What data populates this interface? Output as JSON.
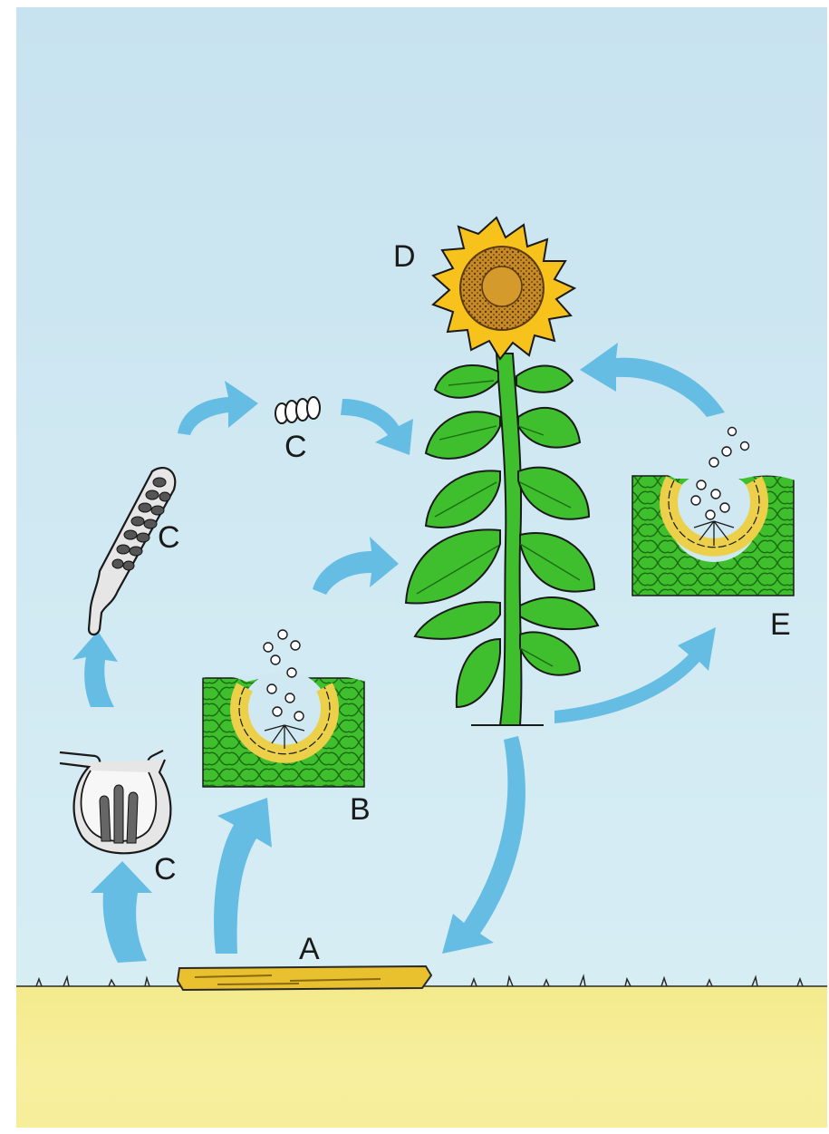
{
  "labels": {
    "a": "A",
    "b": "B",
    "c1": "C",
    "c2": "C",
    "c3": "C",
    "d": "D",
    "e": "E"
  },
  "colors": {
    "sky": "#cde6f1",
    "ground": "#f5ec95",
    "arrow": "#66bde4",
    "leaf": "#3fbf2d",
    "leaf_outline": "#1a1a1a",
    "petal": "#f6c21b",
    "seed_center": "#b0741d",
    "tissue": "#3fbf2d",
    "pustule": "#ecd04a"
  },
  "icons": [
    "sunflower-plant",
    "leaf-pustule-icon",
    "spore-cluster-icon",
    "fruiting-body-icon",
    "ascus-icon",
    "cup-fruiting-body-icon",
    "debris-icon",
    "arrow-icon"
  ]
}
